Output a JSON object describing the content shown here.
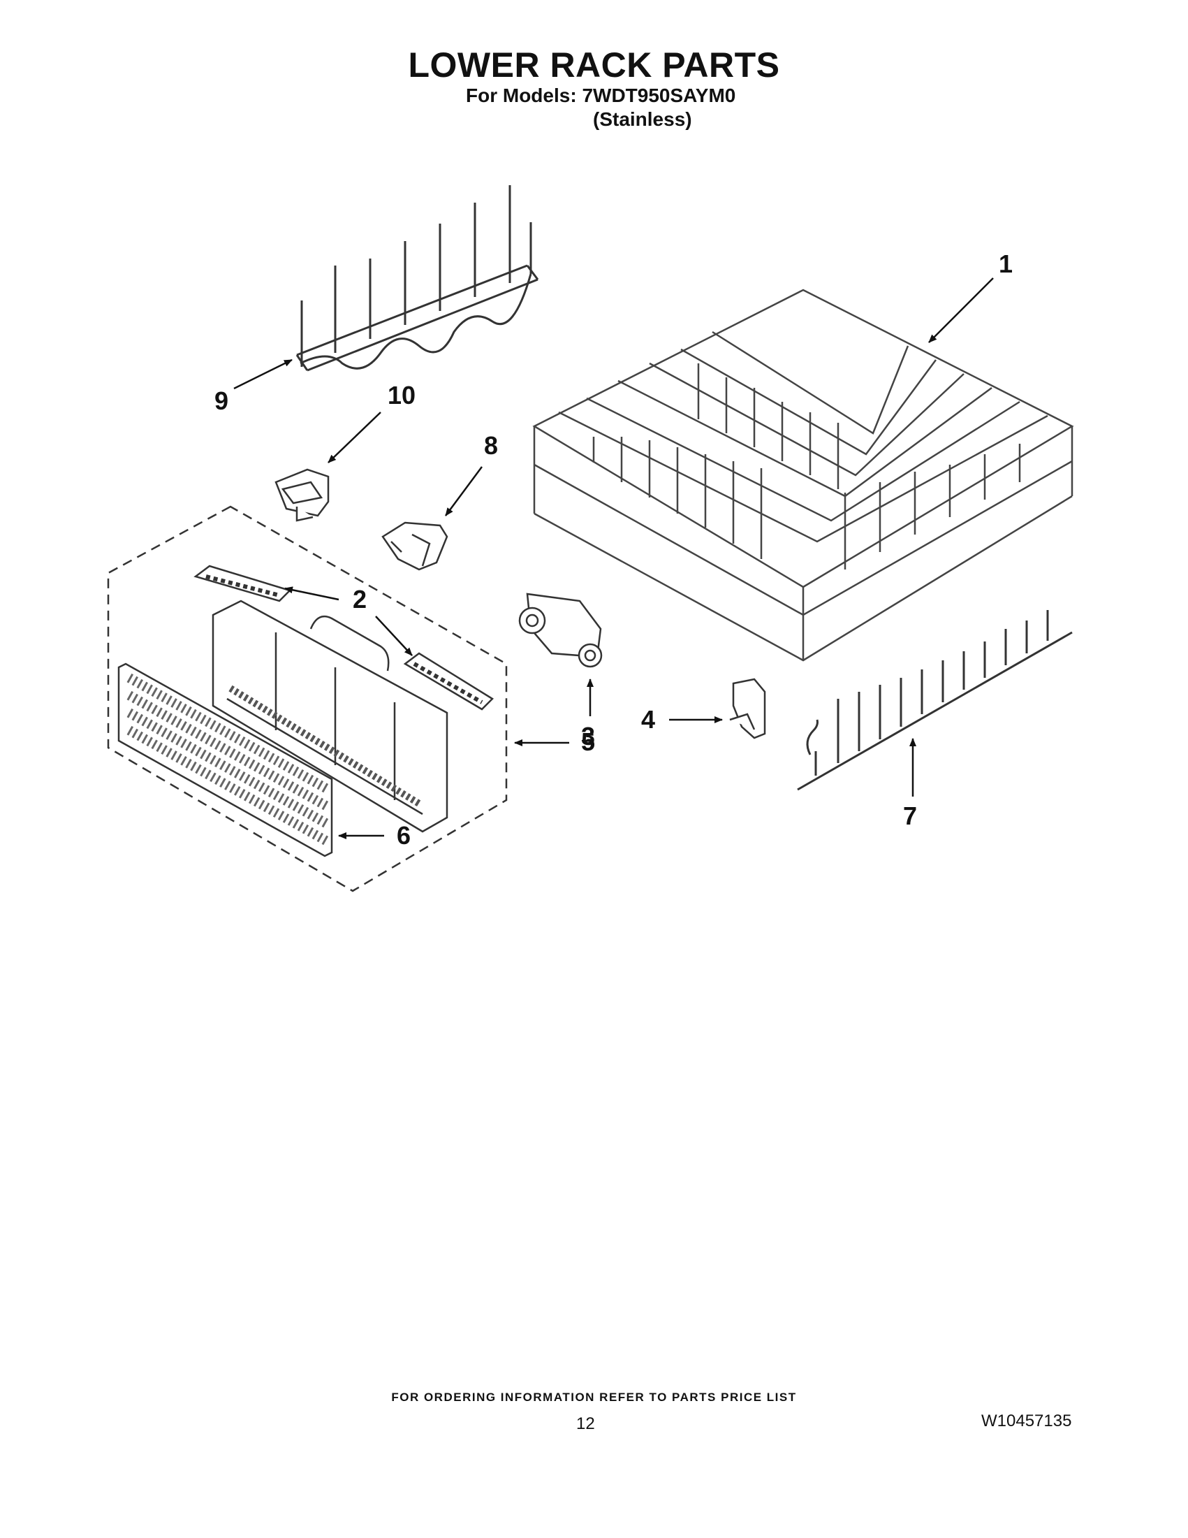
{
  "header": {
    "title": "LOWER RACK PARTS",
    "models_label": "For Models: 7WDT950SAYM0",
    "variant": "(Stainless)"
  },
  "callouts": [
    {
      "id": "1",
      "label": "1"
    },
    {
      "id": "2",
      "label": "2"
    },
    {
      "id": "3",
      "label": "3"
    },
    {
      "id": "4",
      "label": "4"
    },
    {
      "id": "5",
      "label": "5"
    },
    {
      "id": "6",
      "label": "6"
    },
    {
      "id": "7",
      "label": "7"
    },
    {
      "id": "8",
      "label": "8"
    },
    {
      "id": "9",
      "label": "9"
    },
    {
      "id": "10",
      "label": "10"
    }
  ],
  "footer": {
    "ordering_info": "FOR ORDERING INFORMATION REFER TO PARTS PRICE LIST",
    "page_number": "12",
    "document_number": "W10457135"
  }
}
